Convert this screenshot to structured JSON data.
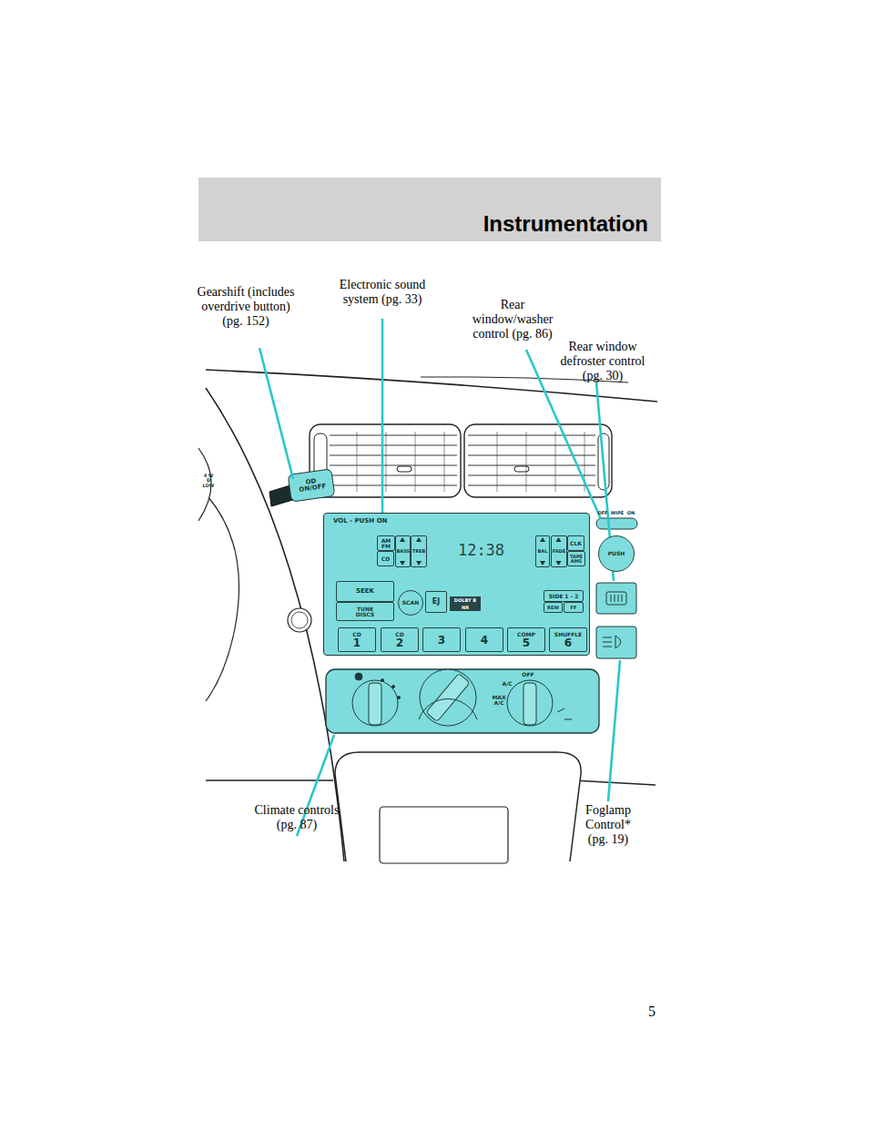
{
  "diagram": {
    "title": "Instrumentation",
    "nodes": [
      {
        "text": [
          "VOL - PUSH ON"
        ]
      },
      {
        "text": [
          "AM FM"
        ],
        "in": 0
      },
      {
        "text": [
          "CD"
        ],
        "in": 0
      },
      {
        "text": [
          "BASS"
        ],
        "in": 0
      },
      {
        "text": [
          "TREB"
        ],
        "in": 0
      },
      {
        "text": [
          "BAL"
        ],
        "in": 0
      },
      {
        "text": [
          "FADE"
        ],
        "in": 0
      },
      {
        "text": [
          "CLK"
        ],
        "in": 0
      },
      {
        "text": [
          "TAPE AMS"
        ],
        "in": 0
      },
      {
        "text": [
          "SEEK"
        ],
        "in": 0
      },
      {
        "text": [
          "TUNE DISCS"
        ],
        "in": 0
      },
      {
        "text": [
          "SCAN"
        ],
        "in": 0
      },
      {
        "text": [
          "EJ"
        ],
        "in": 0
      },
      {
        "text": [
          "SIDE 1 - 2"
        ],
        "in": 0
      },
      {
        "text": [
          "REW"
        ],
        "in": 0
      },
      {
        "text": [
          "FF"
        ],
        "in": 0
      },
      {
        "text": [
          "CD",
          "1"
        ],
        "in": 0
      },
      {
        "text": [
          "CD",
          "2"
        ],
        "in": 0
      },
      {
        "text": [
          "3"
        ],
        "in": 0
      },
      {
        "text": [
          "4"
        ],
        "in": 0
      },
      {
        "text": [
          "COMP",
          "5"
        ],
        "in": 0
      },
      {
        "text": [
          "SHUFFLE",
          "6"
        ],
        "in": 0
      },
      {
        "text": [
          "OD ON/OFF"
        ]
      },
      {
        "text": [
          "PUSH"
        ]
      }
    ],
    "labels": [
      "Gearshift (includes overdrive button) (pg. 152)",
      "Electronic sound system (pg. 33)",
      "Rear window/washer control (pg. 86)",
      "Rear window defroster control (pg. 30)",
      "Climate controls (pg. 87)",
      "Foglamp Control* (pg. 19)",
      "12:38",
      "DOLBY B NR",
      "A/C",
      "OFF",
      "MAX A/C",
      "OFF",
      "WIPE",
      "ON",
      "4 W D LOW",
      "5"
    ]
  }
}
